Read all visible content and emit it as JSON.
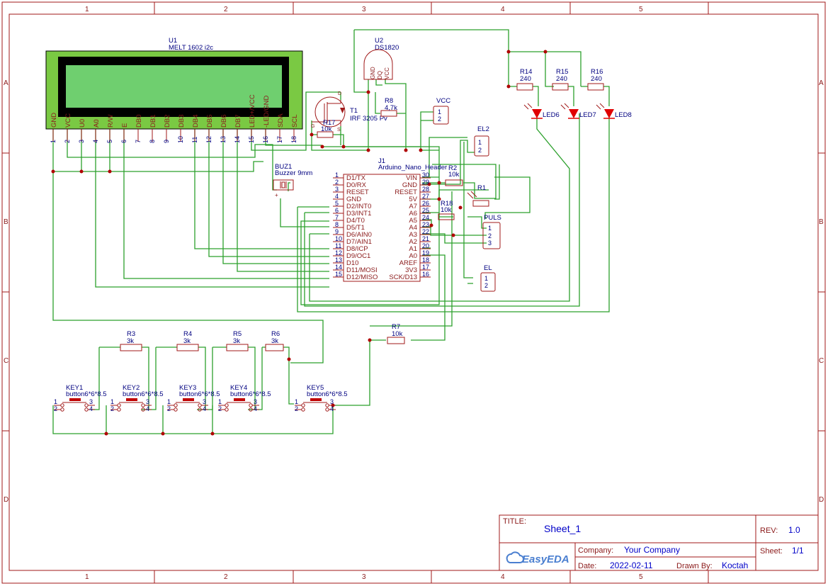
{
  "border": {
    "columns": [
      "1",
      "2",
      "3",
      "4",
      "5"
    ],
    "rows": [
      "A",
      "B",
      "C",
      "D"
    ]
  },
  "lcd": {
    "ref": "U1",
    "value": "MELT 1602 i2c",
    "pin_numbers": [
      "1",
      "2",
      "3",
      "4",
      "5",
      "6",
      "7",
      "8",
      "9",
      "10",
      "11",
      "12",
      "13",
      "14",
      "15",
      "16",
      "17",
      "18"
    ],
    "pin_names": [
      "GND",
      "VCC",
      "U0",
      "A0",
      "R/W",
      "E",
      "DB0",
      "DB1",
      "DB2",
      "DB3",
      "DB4",
      "DB5",
      "DB6",
      "DB7",
      "LED+/VCC",
      "-LED/GND",
      "SDA",
      "SCL"
    ]
  },
  "mosfet": {
    "ref": "T1",
    "value": "IRF 3205 Pv",
    "d": "D",
    "g": "G",
    "s": "S"
  },
  "sensor": {
    "ref": "U2",
    "value": "DS1820",
    "pins": [
      "GND",
      "DQ",
      "VCC"
    ]
  },
  "resistors": [
    {
      "ref": "R17",
      "value": "10k"
    },
    {
      "ref": "R8",
      "value": "4,7k"
    },
    {
      "ref": "R2",
      "value": "10k"
    },
    {
      "ref": "R18",
      "value": "10k"
    },
    {
      "ref": "R1",
      "value": ""
    },
    {
      "ref": "R14",
      "value": "240"
    },
    {
      "ref": "R15",
      "value": "240"
    },
    {
      "ref": "R16",
      "value": "240"
    },
    {
      "ref": "R3",
      "value": "3k"
    },
    {
      "ref": "R4",
      "value": "3k"
    },
    {
      "ref": "R5",
      "value": "3k"
    },
    {
      "ref": "R6",
      "value": "3k"
    },
    {
      "ref": "R7",
      "value": "10k"
    }
  ],
  "leds": [
    "LED6",
    "LED7",
    "LED8"
  ],
  "connectors": {
    "vcc": {
      "ref": "VCC",
      "pins": [
        "1",
        "2"
      ]
    },
    "el2": {
      "ref": "EL2",
      "pins": [
        "1",
        "2"
      ]
    },
    "puls": {
      "ref": "PULS",
      "pins": [
        "1",
        "2",
        "3"
      ]
    },
    "el": {
      "ref": "EL",
      "pins": [
        "1",
        "2"
      ]
    }
  },
  "buzzer": {
    "ref": "BUZ1",
    "value": "Buzzer 9mm",
    "plus": "+"
  },
  "arduino": {
    "ref": "J1",
    "value": "Arduino_Nano_Header",
    "left_nums": [
      "1",
      "2",
      "3",
      "4",
      "5",
      "6",
      "7",
      "8",
      "9",
      "10",
      "11",
      "12",
      "13",
      "14",
      "15"
    ],
    "left_names": [
      "D1/TX",
      "D0/RX",
      "RESET",
      "GND",
      "D2/INT0",
      "D3/INT1",
      "D4/T0",
      "D5/T1",
      "D6/AIN0",
      "D7/AIN1",
      "D8/ICP",
      "D9/OC1",
      "D10",
      "D11/MOSI",
      "D12/MISO"
    ],
    "right_nums": [
      "30",
      "29",
      "28",
      "27",
      "26",
      "25",
      "24",
      "23",
      "22",
      "21",
      "20",
      "19",
      "18",
      "17",
      "16"
    ],
    "right_names": [
      "VIN",
      "GND",
      "RESET",
      "5V",
      "A7",
      "A6",
      "A5",
      "A4",
      "A3",
      "A2",
      "A1",
      "A0",
      "AREF",
      "3V3",
      "SCK/D13"
    ]
  },
  "keys": [
    {
      "ref": "KEY1",
      "value": "button6*6*8.5"
    },
    {
      "ref": "KEY2",
      "value": "button6*6*8.5"
    },
    {
      "ref": "KEY3",
      "value": "button6*6*8.5"
    },
    {
      "ref": "KEY4",
      "value": "button6*6*8.5"
    },
    {
      "ref": "KEY5",
      "value": "button6*6*8.5"
    }
  ],
  "key_pins": [
    "1",
    "2",
    "3",
    "4"
  ],
  "title_block": {
    "title_label": "TITLE:",
    "title": "Sheet_1",
    "rev_label": "REV:",
    "rev": "1.0",
    "logo": "EasyEDA",
    "company_label": "Company:",
    "company": "Your Company",
    "sheet_label": "Sheet:",
    "sheet": "1/1",
    "date_label": "Date:",
    "date": "2022-02-11",
    "drawn_label": "Drawn By:",
    "drawn_by": "Koctah"
  },
  "colors": {
    "wire": "#2ca02c",
    "part": "#a01818",
    "label": "#000080",
    "lcd": "#7ac943"
  }
}
